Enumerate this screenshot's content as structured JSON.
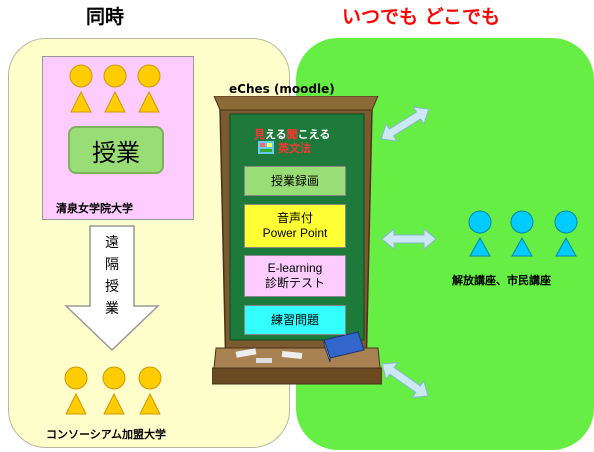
{
  "titles": {
    "simultaneous": "同時",
    "anytime": "いつでも どこでも"
  },
  "left_panel": {
    "class_label": "授業",
    "university": "清泉女学院大学",
    "remote_class": [
      "遠",
      "隔",
      "授",
      "業"
    ],
    "consortium": "コンソーシアム加盟大学"
  },
  "board": {
    "title": "eChes (moodle)",
    "banner_line1": {
      "a": "見",
      "b": "える",
      "c": "聞",
      "d": "こえる"
    },
    "banner_line2": "英文法",
    "buttons": [
      "授業録画",
      "音声付\nPower Point",
      "E-learning\n診断テスト",
      "練習問題"
    ]
  },
  "right_panel": {
    "audience": "解放講座、市民講座"
  },
  "colors": {
    "title_red": "#ff0000",
    "left_bg": "#ffffcc",
    "right_bg": "#66ee44",
    "board_frame": "#7a5a2e",
    "board_green": "#1d7a3a",
    "person_yellow": "#ffcc00",
    "person_cyan": "#00ccff",
    "arrow": "#cce8f5"
  },
  "icons": [
    "person-icon",
    "double-arrow-icon",
    "down-arrow-icon",
    "book-icon",
    "chalk-icon"
  ]
}
